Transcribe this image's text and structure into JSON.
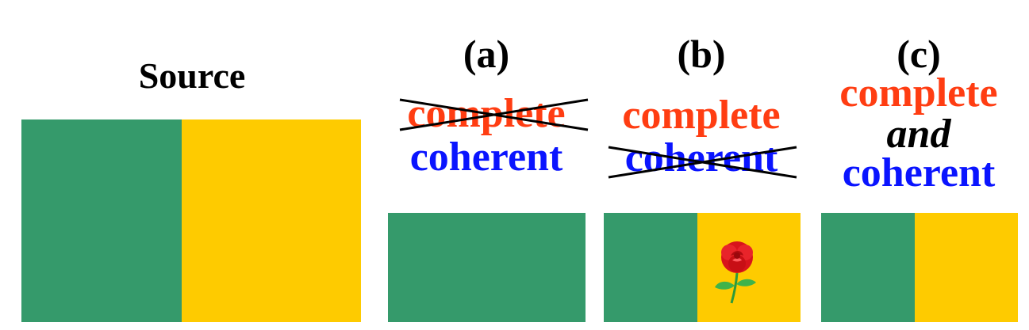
{
  "colors": {
    "green": "#359a6b",
    "yellow": "#fecb00",
    "red_text": "#ff3d12",
    "blue_text": "#0a14ff",
    "strike": "#000000"
  },
  "source": {
    "title": "Source"
  },
  "columns": [
    {
      "label": "(a)",
      "line1": "complete",
      "line1_struck": true,
      "line2": "coherent",
      "line2_struck": false,
      "panel": "all green"
    },
    {
      "label": "(b)",
      "line1": "complete",
      "line1_struck": false,
      "line2": "coherent",
      "line2_struck": true,
      "panel": "green and yellow with rose",
      "icon": "rose-icon"
    },
    {
      "label": "(c)",
      "line1": "complete",
      "connector": "and",
      "line2": "coherent",
      "panel": "green and yellow"
    }
  ]
}
